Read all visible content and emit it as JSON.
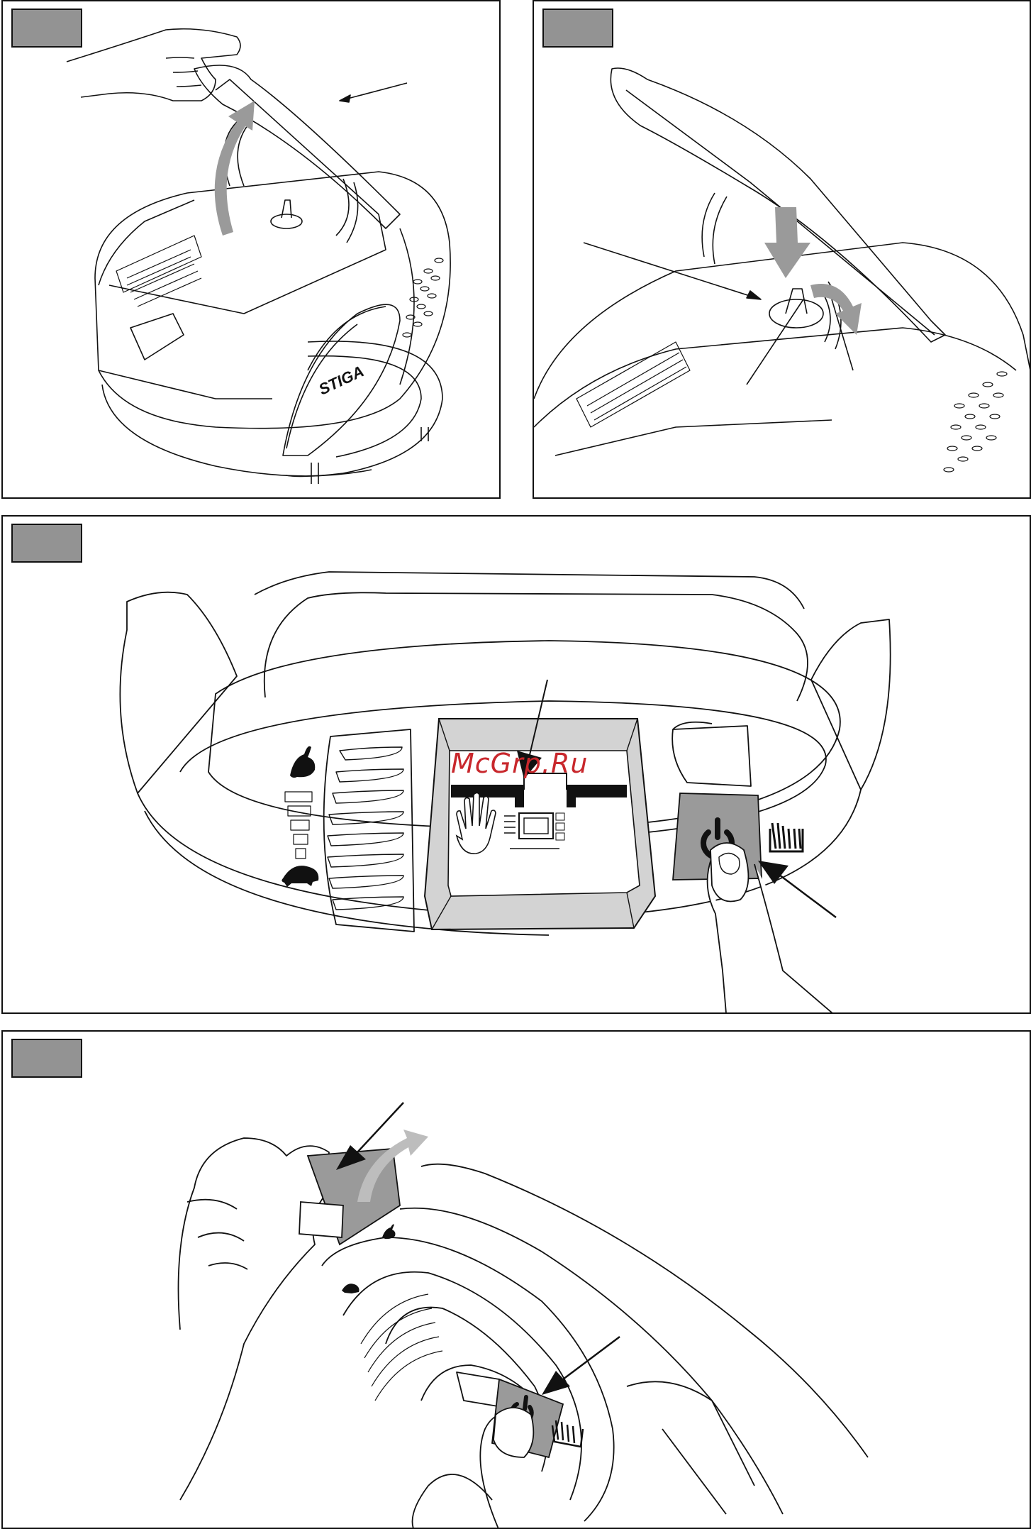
{
  "watermark": "McGrp.Ru",
  "logo_text": "STIGA",
  "colors": {
    "tag_fill": "#939393",
    "screen_fill": "#d3d3d3",
    "arrow_grey": "#9a9a9a",
    "watermark": "#c8272c"
  },
  "panels": [
    {
      "id": "panel-1",
      "tag_label": ""
    },
    {
      "id": "panel-2",
      "tag_label": ""
    },
    {
      "id": "panel-3",
      "tag_label": ""
    },
    {
      "id": "panel-4",
      "tag_label": ""
    }
  ],
  "icons": [
    "hare-icon",
    "tortoise-icon",
    "hand-stop-icon",
    "power-icon",
    "grass-icon",
    "arrow-icon"
  ]
}
